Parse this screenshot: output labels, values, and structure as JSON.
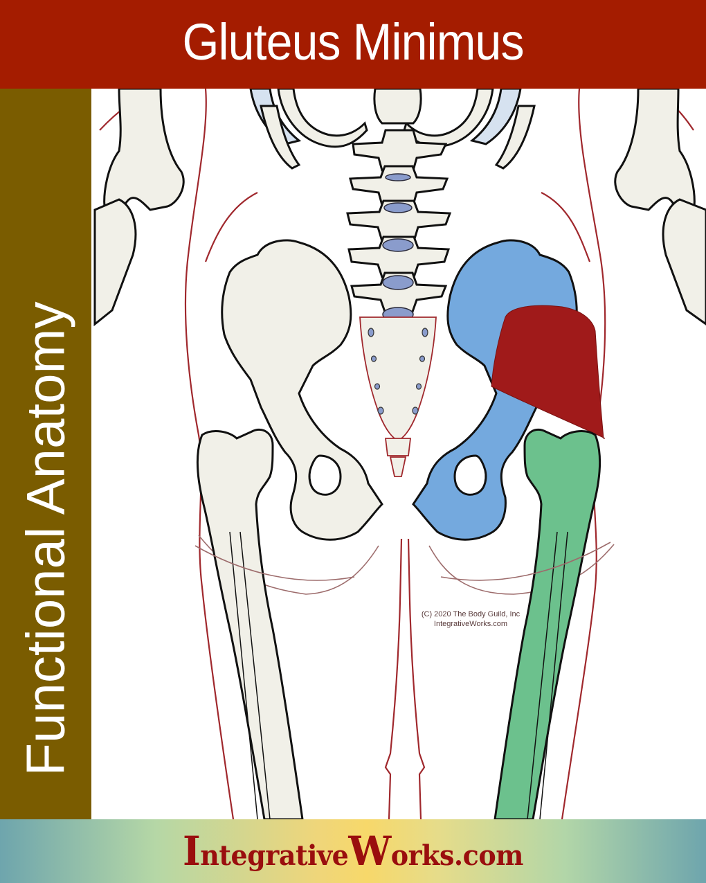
{
  "header": {
    "title": "Gluteus Minimus",
    "background_color": "#a41c00"
  },
  "sidebar": {
    "label": "Functional Anatomy",
    "background_color": "#7a5c00"
  },
  "illustration": {
    "subject": "posterior view of lumbar spine, pelvis and femurs",
    "highlighted_muscle": "Gluteus Minimus",
    "colors": {
      "muscle": "#a01a1a",
      "origin_bone_ilium": "#74a9de",
      "insertion_bone_femur": "#6cc18d",
      "bone": "#f1f0e8",
      "outline": "#111111",
      "body_contour": "#a0282d",
      "disc": "#8a9ccc"
    },
    "copyright_line1": "(C) 2020 The Body Guild, Inc",
    "copyright_line2": "IntegrativeWorks.com"
  },
  "footer": {
    "brand_part1_initial": "I",
    "brand_part1_rest": "ntegrative",
    "brand_part2_initial": "W",
    "brand_part2_rest": "orks.com",
    "text_color": "#9a0e0e"
  }
}
